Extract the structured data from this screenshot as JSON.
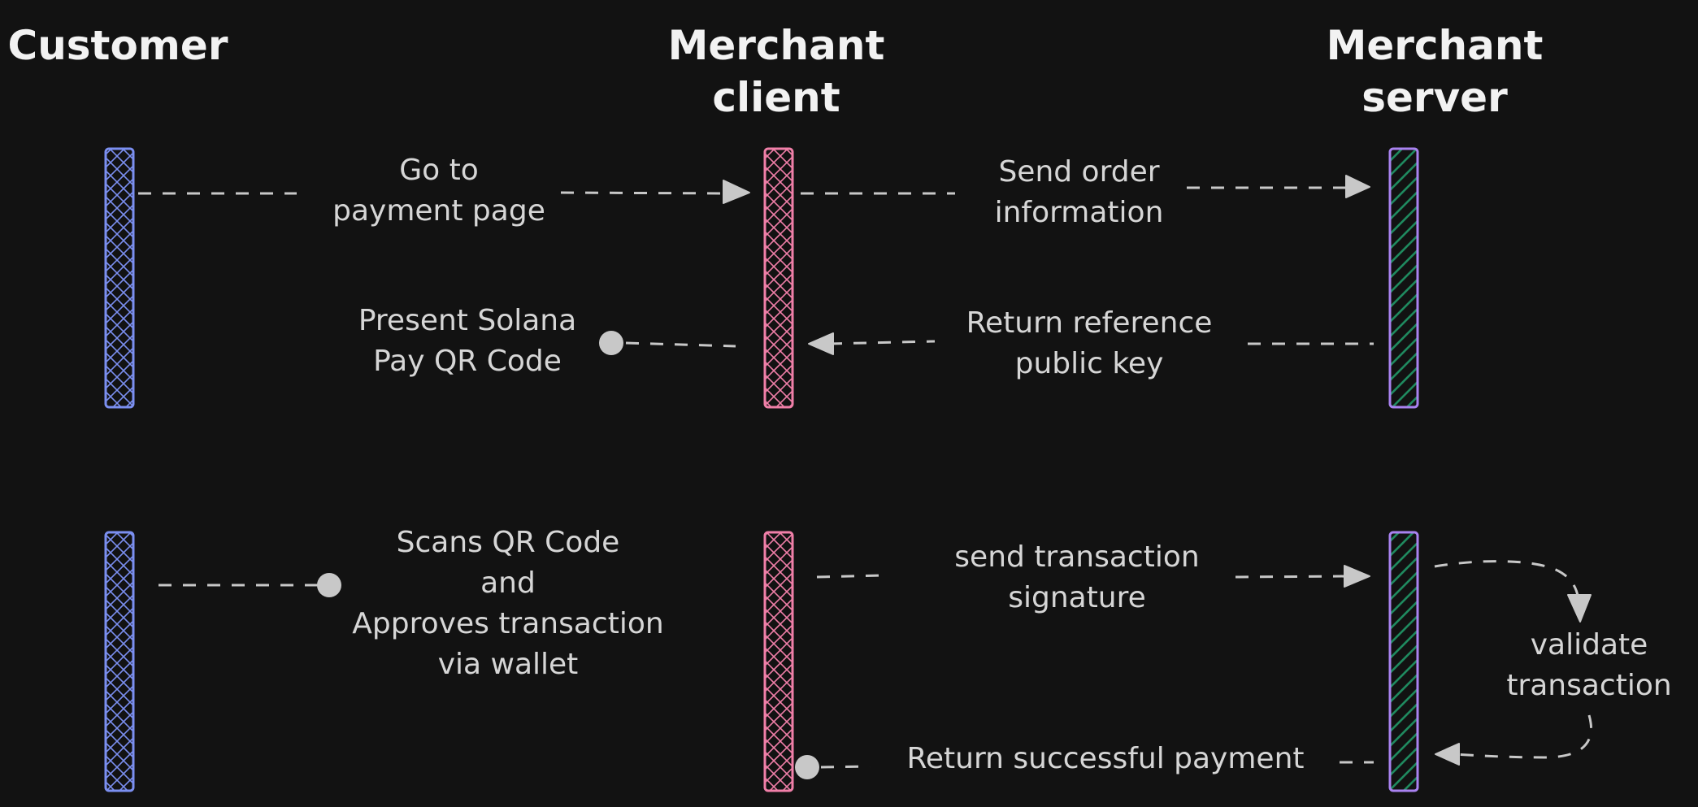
{
  "colors": {
    "background": "#121212",
    "customer": "#7b8ff0",
    "merchant_client": "#f07fa8",
    "merchant_server": "#a982f0",
    "merchant_server_hatch": "#1f8a5f",
    "arrow": "#c8c8c8",
    "text": "#e2e2e2"
  },
  "actors": {
    "customer": "Customer",
    "merchant_client": "Merchant\nclient",
    "merchant_server": "Merchant\nserver"
  },
  "messages": {
    "go_to_payment": "Go to\npayment page",
    "send_order": "Send order\ninformation",
    "present_qr": "Present Solana\nPay QR Code",
    "return_reference": "Return reference\npublic key",
    "scans_qr": "Scans QR Code\nand\nApproves transaction\nvia wallet",
    "send_signature": "send transaction\nsignature",
    "validate": "validate\ntransaction",
    "return_success": "Return successful payment"
  }
}
